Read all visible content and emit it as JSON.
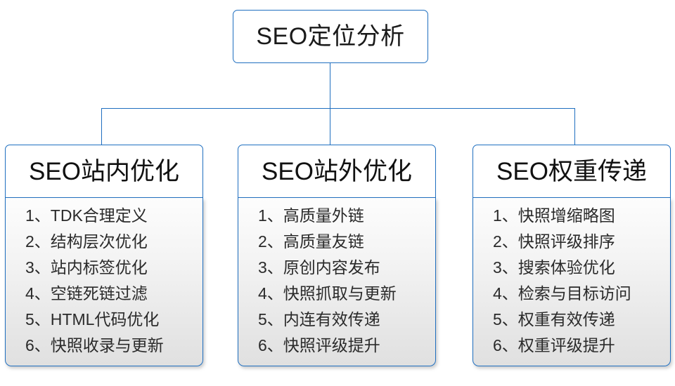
{
  "diagram": {
    "type": "org-chart",
    "accent_color": "#1f6fc0",
    "root": {
      "label": "SEO定位分析"
    },
    "branches": [
      {
        "header": "SEO站内优化",
        "items": [
          "1、TDK合理定义",
          "2、结构层次优化",
          "3、站内标签优化",
          "4、空链死链过滤",
          "5、HTML代码优化",
          "6、快照收录与更新"
        ]
      },
      {
        "header": "SEO站外优化",
        "items": [
          "1、高质量外链",
          "2、高质量友链",
          "3、原创内容发布",
          "4、快照抓取与更新",
          "5、内连有效传递",
          "6、快照评级提升"
        ]
      },
      {
        "header": "SEO权重传递",
        "items": [
          "1、快照增缩略图",
          "2、快照评级排序",
          "3、搜索体验优化",
          "4、检索与目标访问",
          "5、权重有效传递",
          "6、权重评级提升"
        ]
      }
    ]
  }
}
